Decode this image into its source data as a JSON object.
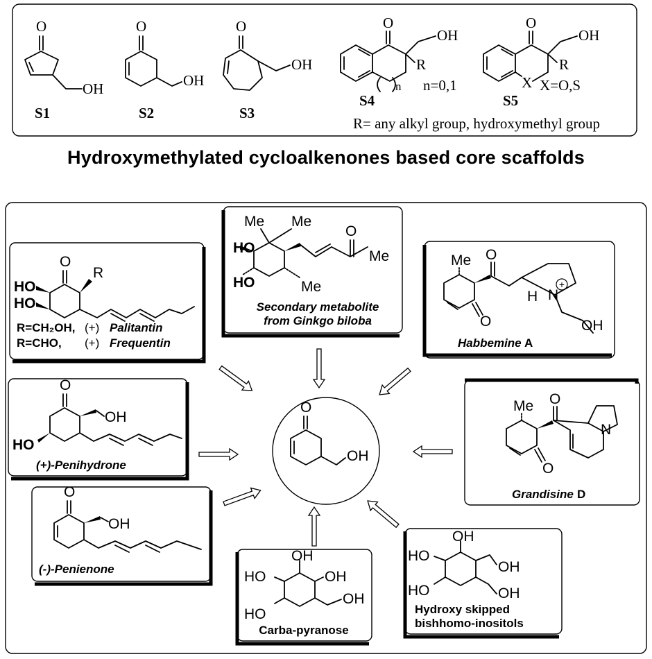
{
  "heading": "Hydroxymethylated cycloalkenones based core scaffolds",
  "scaffolds": {
    "s1": "S1",
    "s2": "S2",
    "s3": "S3",
    "s4": "S4",
    "s5": "S5",
    "n_note": "n=0,1",
    "x_note": "X=O,S",
    "r_note": "R= any alkyl group, hydroxymethyl group"
  },
  "atoms": {
    "O": "O",
    "OH": "OH",
    "HO": "HO",
    "R": "R",
    "X": "X",
    "n": "n",
    "Me": "Me",
    "N": "N",
    "H": "H",
    "plus": "+"
  },
  "products": {
    "palitantin_r": "R=CH₂OH,",
    "palitantin_sign": "(+)",
    "palitantin_name": "Palitantin",
    "frequentin_r": "R=CHO,",
    "frequentin_sign": "(+)",
    "frequentin_name": "Frequentin",
    "ginkgo_line1": "Secondary metabolite",
    "ginkgo_line2": "from Ginkgo biloba",
    "habbemine_name": "Habbemine",
    "habbemine_suffix": "A",
    "penihydrone": "(+)-Penihydrone",
    "grandisine_name": "Grandisine",
    "grandisine_suffix": "D",
    "penienone": "(-)-Penienone",
    "carba": "Carba-pyranose",
    "bishomo_line1": "Hydroxy skipped",
    "bishomo_line2": "bishhomo-inositols"
  }
}
